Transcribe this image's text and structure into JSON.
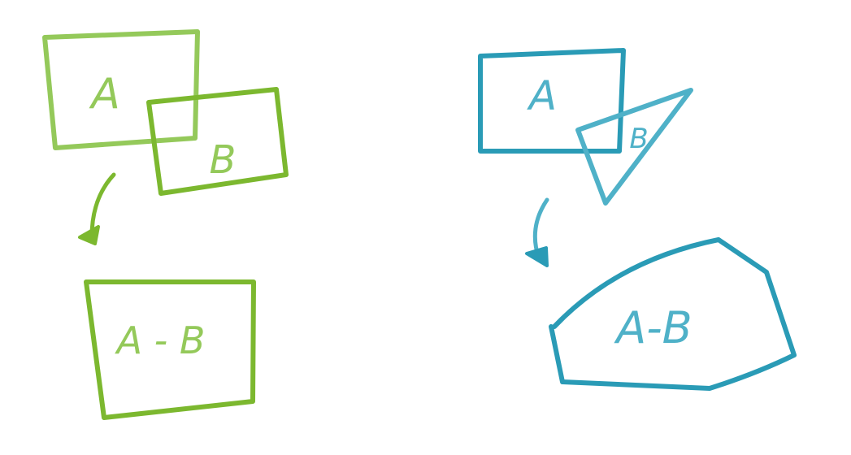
{
  "colors": {
    "green_dark": "#7cb82f",
    "green_light": "#94c95a",
    "blue_dark": "#2a9bb6",
    "blue_light": "#4fb1c8"
  },
  "left_example": {
    "shape_a_label": "A",
    "shape_b_label": "B",
    "result_label": "A - B"
  },
  "right_example": {
    "shape_a_label": "A",
    "shape_b_label": "B",
    "result_label": "A-B"
  }
}
